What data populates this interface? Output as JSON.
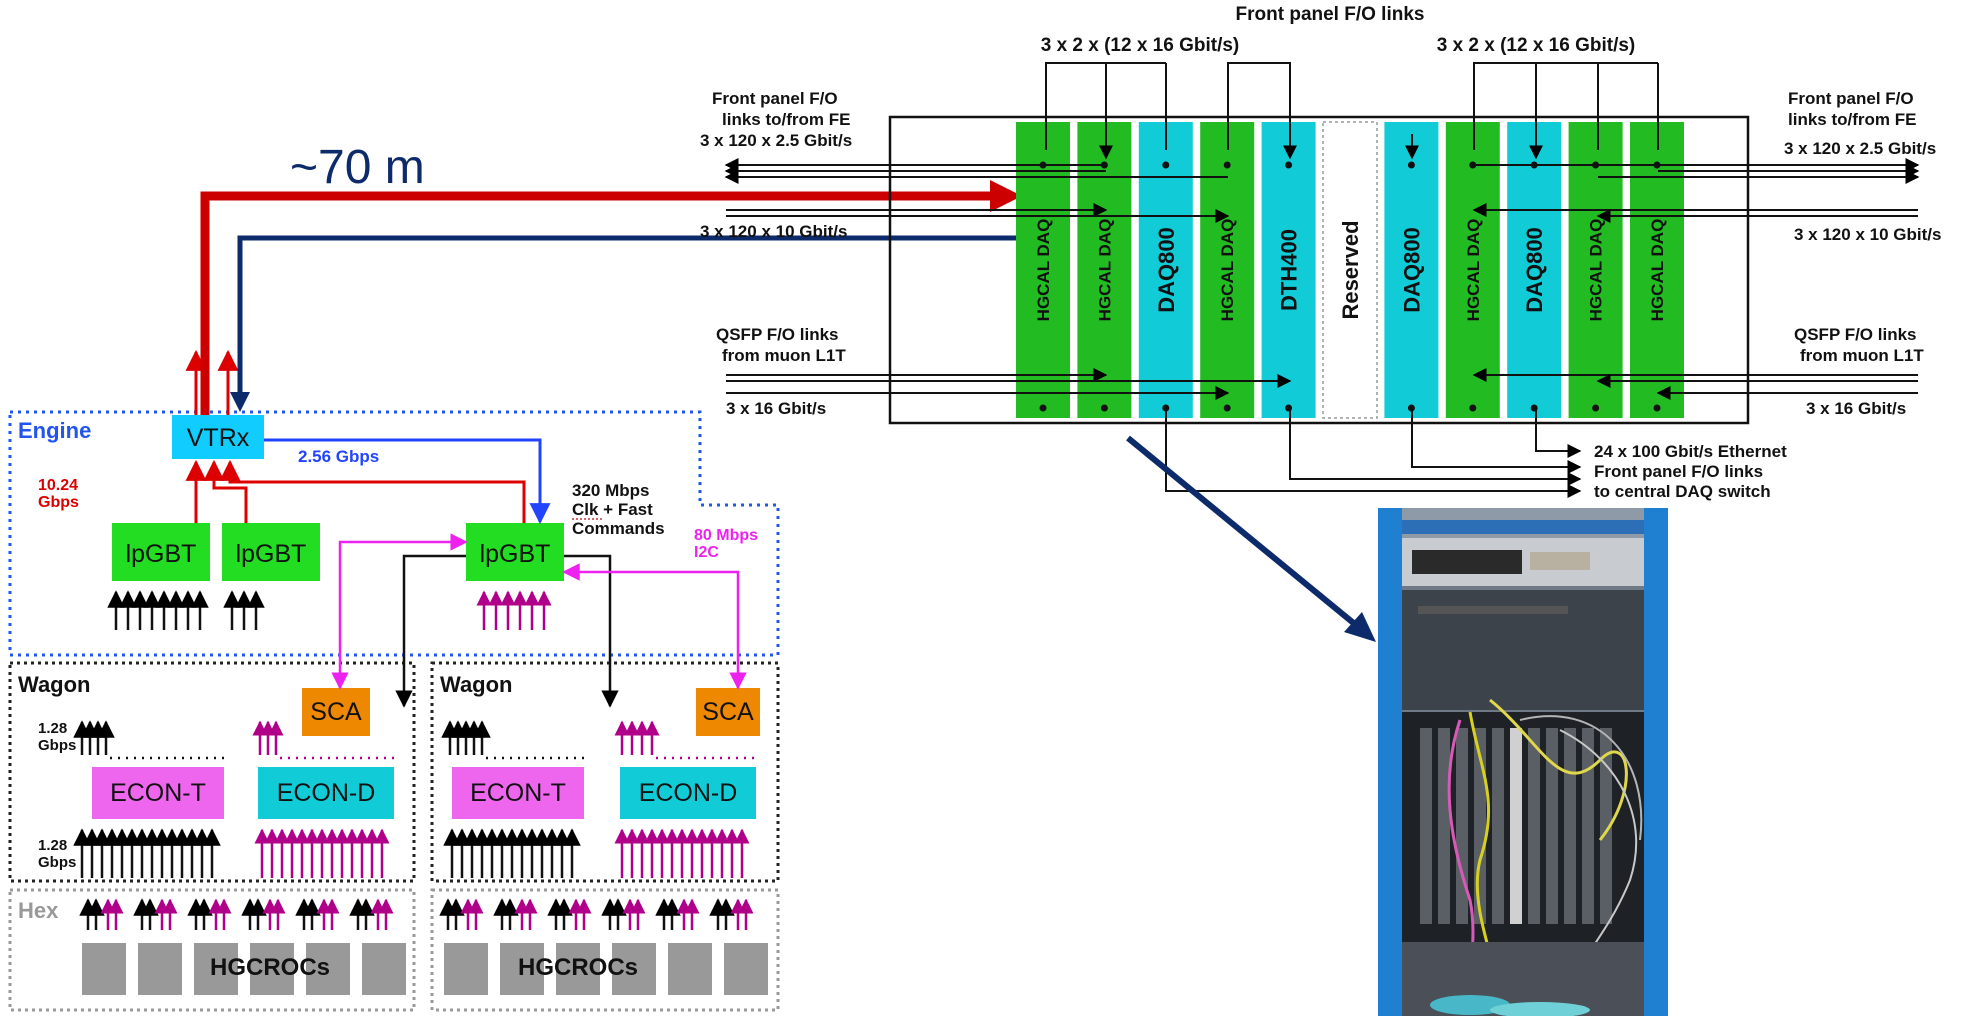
{
  "colors": {
    "green": "#22bb22",
    "cyan": "#11ccd6",
    "magenta": "#ee66ee",
    "orange": "#ee8800",
    "red": "#cc0000",
    "navy": "#0d2b6b",
    "blue": "#2244ff",
    "pink": "#cc00cc",
    "grey": "#999999"
  },
  "distance_label": "~70 m",
  "engine": {
    "title": "Engine",
    "vtrx": "VTRx",
    "lpgbt": [
      "lpGBT",
      "lpGBT",
      "lpGBT"
    ],
    "rate_10_24_line1": "10.24",
    "rate_10_24_line2": "Gbps",
    "rate_2_56": "2.56 Gbps",
    "cmd_line1": "320 Mbps",
    "cmd_line2": "Clk + Fast",
    "cmd_line3": "Commands",
    "i2c_line1": "80 Mbps",
    "i2c_line2": "I2C"
  },
  "wagons": [
    {
      "title": "Wagon",
      "sca": "SCA",
      "econ_t": "ECON-T",
      "econ_d": "ECON-D",
      "rate_top_1": "1.28",
      "rate_top_2": "Gbps",
      "rate_bot_1": "1.28",
      "rate_bot_2": "Gbps"
    },
    {
      "title": "Wagon",
      "sca": "SCA",
      "econ_t": "ECON-T",
      "econ_d": "ECON-D"
    }
  ],
  "hex": {
    "title": "Hex",
    "hgcrocs": [
      "HGCROCs",
      "HGCROCs"
    ]
  },
  "crate": {
    "top_title": "Front panel F/O links",
    "top_left_rate": "3 x 2 x (12 x 16 Gbit/s)",
    "top_right_rate": "3 x 2 x (12 x 16 Gbit/s)",
    "left_fe_1": "Front panel F/O",
    "left_fe_2": "links to/from FE",
    "left_fe_3": "3 x 120 x 2.5 Gbit/s",
    "left_10g": "3 x 120 x 10 Gbit/s",
    "left_qsfp_1": "QSFP F/O links",
    "left_qsfp_2": "from muon L1T",
    "left_16g": "3 x 16 Gbit/s",
    "right_fe_1": "Front panel F/O",
    "right_fe_2": "links to/from FE",
    "right_fe_3": "3 x 120 x 2.5 Gbit/s",
    "right_10g": "3 x 120 x 10 Gbit/s",
    "right_qsfp_1": "QSFP F/O links",
    "right_qsfp_2": "from muon L1T",
    "right_16g": "3 x 16 Gbit/s",
    "out_1": "24 x 100 Gbit/s Ethernet",
    "out_2": "Front panel F/O links",
    "out_3": "to central DAQ switch",
    "boards": [
      {
        "label": "HGCAL DAQ",
        "kind": "green"
      },
      {
        "label": "HGCAL DAQ",
        "kind": "green"
      },
      {
        "label": "DAQ800",
        "kind": "cyan"
      },
      {
        "label": "HGCAL DAQ",
        "kind": "green"
      },
      {
        "label": "DTH400",
        "kind": "cyan"
      },
      {
        "label": "Reserved",
        "kind": "reserved"
      },
      {
        "label": "DAQ800",
        "kind": "cyan"
      },
      {
        "label": "HGCAL DAQ",
        "kind": "green"
      },
      {
        "label": "DAQ800",
        "kind": "cyan"
      },
      {
        "label": "HGCAL DAQ",
        "kind": "green"
      },
      {
        "label": "HGCAL DAQ",
        "kind": "green"
      }
    ]
  }
}
